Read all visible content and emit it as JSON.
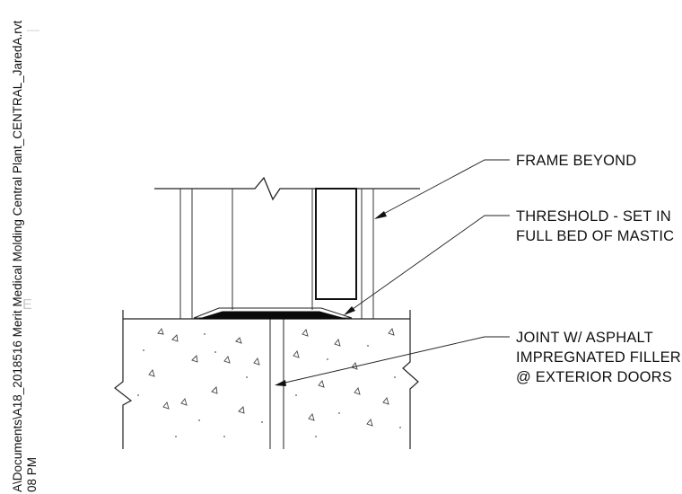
{
  "notes": {
    "frame": [
      "FRAME BEYOND"
    ],
    "threshold": [
      "THRESHOLD - SET IN",
      "FULL BED OF MASTIC"
    ],
    "joint": [
      "JOINT W/ ASPHALT",
      "IMPREGNATED FILLER",
      "@ EXTERIOR DOORS"
    ]
  },
  "sidebar": {
    "file_path": "A\\Documents\\A18_2018516 Merit Medical Molding Central Plant_CENTRAL_JaredA.rvt",
    "time": "08 PM",
    "edge_letter": "E"
  }
}
